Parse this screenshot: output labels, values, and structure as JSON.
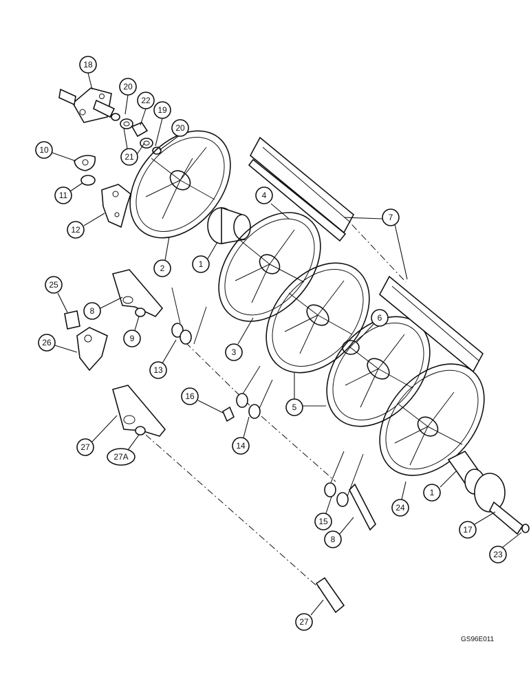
{
  "drawing": {
    "code": "GS96E011"
  },
  "callouts": [
    {
      "label": "18"
    },
    {
      "label": "20"
    },
    {
      "label": "22"
    },
    {
      "label": "19"
    },
    {
      "label": "20"
    },
    {
      "label": "21"
    },
    {
      "label": "10"
    },
    {
      "label": "11"
    },
    {
      "label": "12"
    },
    {
      "label": "2"
    },
    {
      "label": "1"
    },
    {
      "label": "4"
    },
    {
      "label": "7"
    },
    {
      "label": "25"
    },
    {
      "label": "8"
    },
    {
      "label": "9"
    },
    {
      "label": "26"
    },
    {
      "label": "13"
    },
    {
      "label": "3"
    },
    {
      "label": "6"
    },
    {
      "label": "16"
    },
    {
      "label": "5"
    },
    {
      "label": "27"
    },
    {
      "label": "27A"
    },
    {
      "label": "14"
    },
    {
      "label": "15"
    },
    {
      "label": "8"
    },
    {
      "label": "1"
    },
    {
      "label": "24"
    },
    {
      "label": "17"
    },
    {
      "label": "23"
    },
    {
      "label": "27"
    }
  ]
}
